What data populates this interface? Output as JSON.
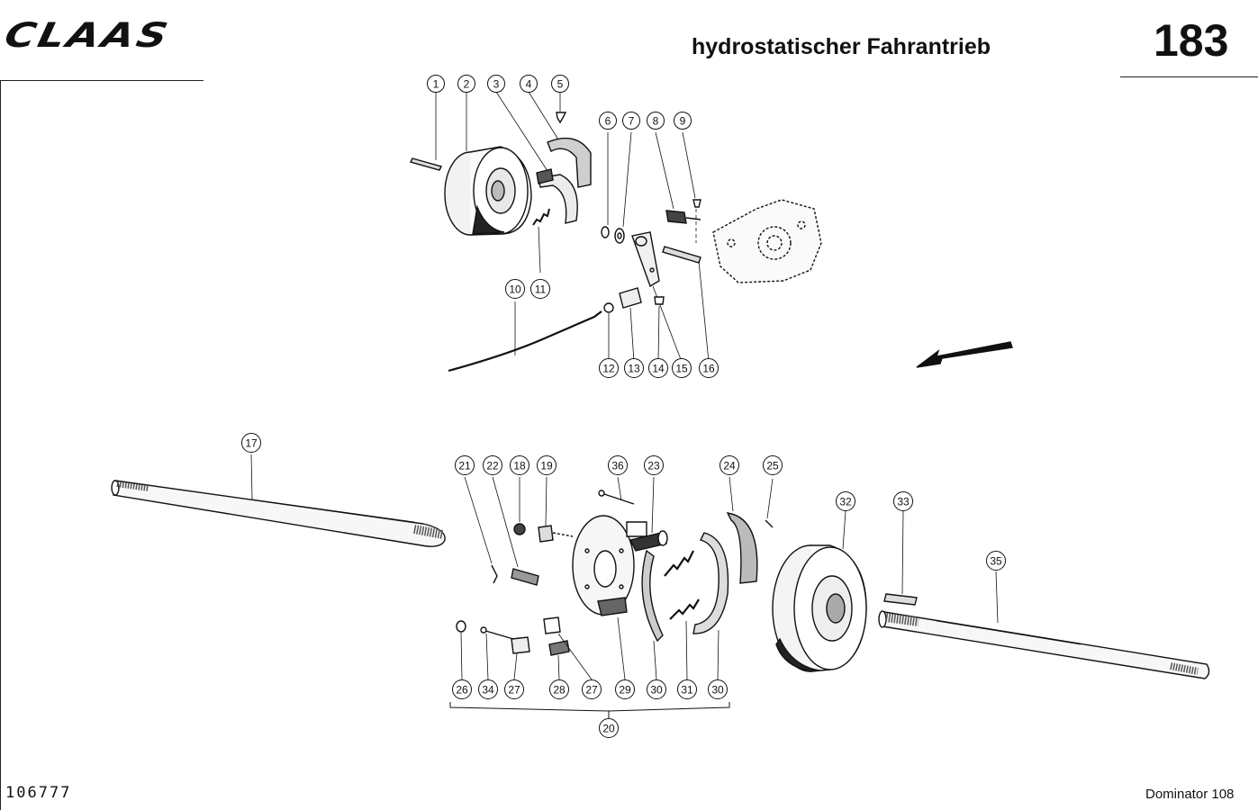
{
  "header": {
    "logo": "CLAAS",
    "title": "hydrostatischer Fahrantrieb",
    "page_number": "183"
  },
  "footer": {
    "document_number": "106777",
    "model": "Dominator 108"
  },
  "callouts": [
    "1",
    "2",
    "3",
    "4",
    "5",
    "6",
    "7",
    "8",
    "9",
    "10",
    "11",
    "12",
    "13",
    "14",
    "15",
    "16",
    "17",
    "18",
    "19",
    "20",
    "21",
    "22",
    "23",
    "24",
    "25",
    "26",
    "27",
    "27",
    "28",
    "29",
    "30",
    "30",
    "31",
    "32",
    "33",
    "34",
    "35",
    "36"
  ]
}
